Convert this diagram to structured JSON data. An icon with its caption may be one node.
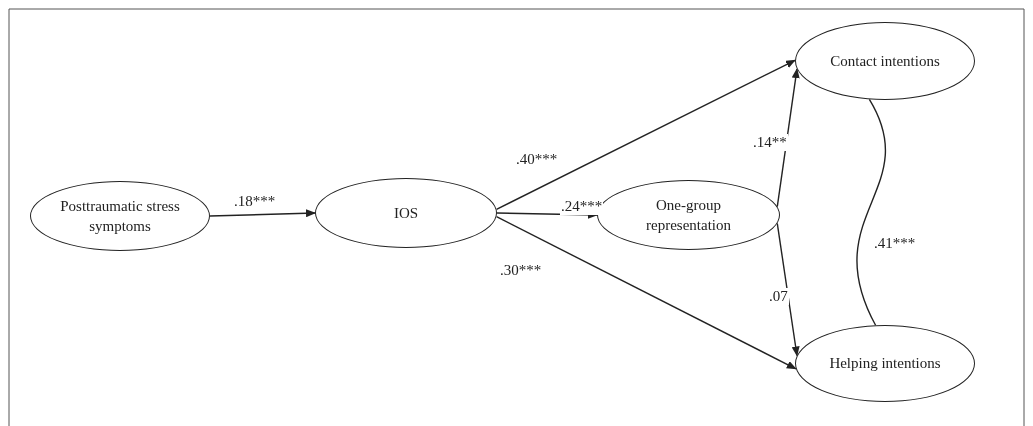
{
  "diagram": {
    "nodes": [
      {
        "text": [
          "Posttraumatic stress symptoms"
        ]
      },
      {
        "text": [
          "IOS"
        ]
      },
      {
        "text": [
          "One-group representation"
        ]
      },
      {
        "text": [
          "Contact intentions"
        ]
      },
      {
        "text": [
          "Helping intentions"
        ]
      }
    ],
    "edges": [
      {
        "from": 0,
        "to": 1,
        "arrow": "to",
        "label": ".18***"
      },
      {
        "from": 1,
        "to": 3,
        "arrow": "to",
        "label": ".40***"
      },
      {
        "from": 1,
        "to": 2,
        "arrow": "to",
        "label": ".24***"
      },
      {
        "from": 1,
        "to": 4,
        "arrow": "to",
        "label": ".30***"
      },
      {
        "from": 2,
        "to": 3,
        "arrow": "to",
        "label": ".14**"
      },
      {
        "from": 2,
        "to": 4,
        "arrow": "to",
        "label": ".07"
      },
      {
        "from": 3,
        "to": 4,
        "arrow": "none",
        "label": ".41***"
      }
    ]
  }
}
